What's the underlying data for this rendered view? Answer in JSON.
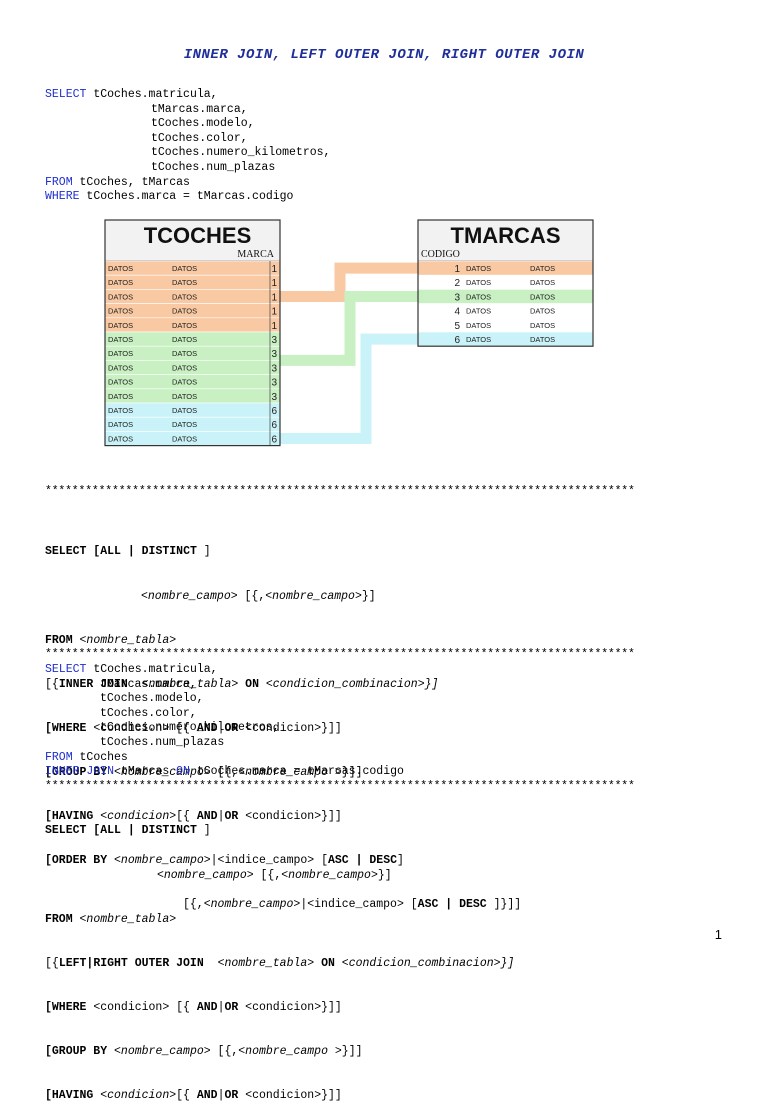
{
  "title": "INNER JOIN, LEFT OUTER JOIN, RIGHT OUTER JOIN",
  "query1": {
    "select_kw": "SELECT",
    "fields": [
      "tCoches.matricula,",
      "tMarcas.marca,",
      "tCoches.modelo,",
      "tCoches.color,",
      "tCoches.numero_kilometros,",
      "tCoches.num_plazas"
    ],
    "from_kw": "FROM",
    "from_tables": "tCoches, tMarcas",
    "where_kw": "WHERE",
    "where_cond": "tCoches.marca = tMarcas.codigo"
  },
  "diagram": {
    "left_table": {
      "title": "TCOCHES",
      "column_header": "MARCA",
      "rows": [
        {
          "c1": "DATOS",
          "c2": "DATOS",
          "marca": "1",
          "color": "#f9c9a3"
        },
        {
          "c1": "DATOS",
          "c2": "DATOS",
          "marca": "1",
          "color": "#f9c9a3"
        },
        {
          "c1": "DATOS",
          "c2": "DATOS",
          "marca": "1",
          "color": "#f9c9a3"
        },
        {
          "c1": "DATOS",
          "c2": "DATOS",
          "marca": "1",
          "color": "#f9c9a3"
        },
        {
          "c1": "DATOS",
          "c2": "DATOS",
          "marca": "1",
          "color": "#f9c9a3"
        },
        {
          "c1": "DATOS",
          "c2": "DATOS",
          "marca": "3",
          "color": "#c8f0c3"
        },
        {
          "c1": "DATOS",
          "c2": "DATOS",
          "marca": "3",
          "color": "#c8f0c3"
        },
        {
          "c1": "DATOS",
          "c2": "DATOS",
          "marca": "3",
          "color": "#c8f0c3"
        },
        {
          "c1": "DATOS",
          "c2": "DATOS",
          "marca": "3",
          "color": "#c8f0c3"
        },
        {
          "c1": "DATOS",
          "c2": "DATOS",
          "marca": "3",
          "color": "#c8f0c3"
        },
        {
          "c1": "DATOS",
          "c2": "DATOS",
          "marca": "6",
          "color": "#c9f3f8"
        },
        {
          "c1": "DATOS",
          "c2": "DATOS",
          "marca": "6",
          "color": "#c9f3f8"
        },
        {
          "c1": "DATOS",
          "c2": "DATOS",
          "marca": "6",
          "color": "#c9f3f8"
        }
      ]
    },
    "right_table": {
      "title": "TMARCAS",
      "column_header": "CODIGO",
      "rows": [
        {
          "codigo": "1",
          "c1": "DATOS",
          "c2": "DATOS",
          "color": "#f9c9a3"
        },
        {
          "codigo": "2",
          "c1": "DATOS",
          "c2": "DATOS",
          "color": "#ffffff"
        },
        {
          "codigo": "3",
          "c1": "DATOS",
          "c2": "DATOS",
          "color": "#c8f0c3"
        },
        {
          "codigo": "4",
          "c1": "DATOS",
          "c2": "DATOS",
          "color": "#ffffff"
        },
        {
          "codigo": "5",
          "c1": "DATOS",
          "c2": "DATOS",
          "color": "#ffffff"
        },
        {
          "codigo": "6",
          "c1": "DATOS",
          "c2": "DATOS",
          "color": "#c9f3f8"
        }
      ]
    },
    "colors": {
      "orange": "#f9c9a3",
      "green": "#c8f0c3",
      "cyan": "#c9f3f8",
      "header_bg": "#f2f2f2"
    }
  },
  "separator": "****************************************************************************************",
  "syntax1": {
    "l1": {
      "a": "SELECT [",
      "b": "ALL",
      "c": " | ",
      "d": "DISTINCT",
      "e": " ]"
    },
    "l2": {
      "a": "<nombre_campo>",
      "b": " [{,",
      "c": "<nombre_campo>",
      "d": "}]"
    },
    "l3": {
      "a": "FROM",
      "b": " ",
      "c": "<nombre_tabla>"
    },
    "l4": {
      "a": "[{",
      "b": "INNER JOIN",
      "c": "  ",
      "d": "<nombre_tabla>",
      "e": " ON ",
      "f": "<condicion_combinacion>}]"
    },
    "l5": {
      "a": "[WHERE",
      "b": " <condicion> [{ ",
      "c": "AND",
      "d": "|",
      "e": "OR",
      "f": " <condicion>}]]"
    },
    "l6": {
      "a": "[GROUP BY",
      "b": " ",
      "c": "<nombre_campo>",
      "d": " [{,",
      "e": "<nombre_campo >",
      "f": "}]]"
    },
    "l7": {
      "a": "[HAVING",
      "b": " ",
      "c": "<condicion>",
      "d": "[{ ",
      "e": "AND",
      "f": "|",
      "g": "OR",
      "h": " <condicion>}]]"
    },
    "l8": {
      "a": "[ORDER BY",
      "b": " ",
      "c": "<nombre_campo>",
      "d": "|<indice_campo> [",
      "e": "ASC | DESC",
      "f": "]"
    },
    "l9": {
      "a": "[{,",
      "b": "<nombre_campo>",
      "c": "|<indice_campo> [",
      "d": "ASC | DESC",
      "e": " ]}]]"
    }
  },
  "query2": {
    "select_kw": "SELECT",
    "fields": [
      "tCoches.matricula,",
      "tMarcas.marca,",
      "tCoches.modelo,",
      "tCoches.color,",
      "tCoches.numero_kilometros,",
      "tCoches.num_plazas"
    ],
    "from_kw": "FROM",
    "from_tables": "tCoches",
    "join_kw": "INNER JOIN",
    "join_table": "tMarcas",
    "on_kw": "ON",
    "on_cond": "tCoches.marca = tMarcas.codigo"
  },
  "syntax2": {
    "l1": {
      "a": "SELECT [",
      "b": "ALL",
      "c": " | ",
      "d": "DISTINCT",
      "e": " ]"
    },
    "l2": {
      "a": "<nombre_campo>",
      "b": " [{,",
      "c": "<nombre_campo>",
      "d": "}]"
    },
    "l3": {
      "a": "FROM",
      "b": " ",
      "c": "<nombre_tabla>"
    },
    "l4": {
      "a": "[{",
      "b": "LEFT|RIGHT OUTER JOIN",
      "c": "  ",
      "d": "<nombre_tabla>",
      "e": " ON ",
      "f": "<condicion_combinacion>}]"
    },
    "l5": {
      "a": "[WHERE",
      "b": " <condicion> [{ ",
      "c": "AND",
      "d": "|",
      "e": "OR",
      "f": " <condicion>}]]"
    },
    "l6": {
      "a": "[GROUP BY",
      "b": " ",
      "c": "<nombre_campo>",
      "d": " [{,",
      "e": "<nombre_campo >",
      "f": "}]]"
    },
    "l7": {
      "a": "[HAVING",
      "b": " ",
      "c": "<condicion>",
      "d": "[{ ",
      "e": "AND",
      "f": "|",
      "g": "OR",
      "h": " <condicion>}]]"
    }
  },
  "page_number": "1"
}
